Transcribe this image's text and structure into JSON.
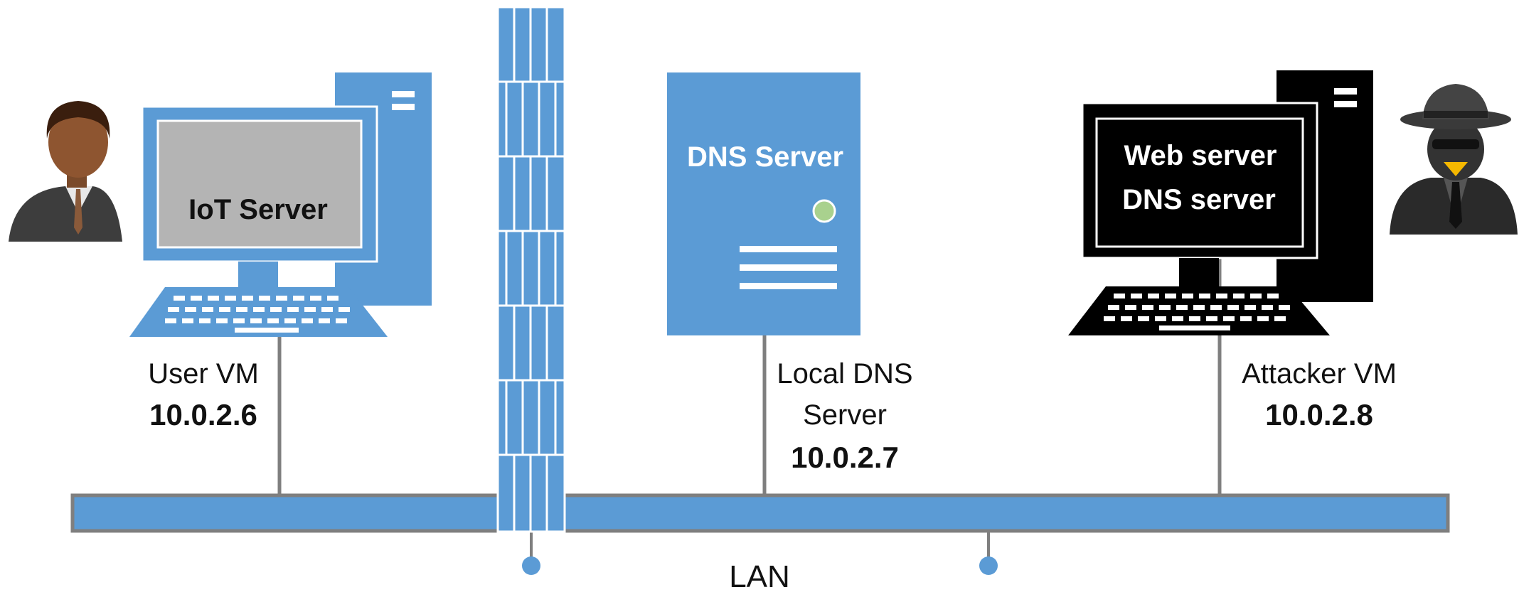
{
  "nodes": {
    "user_vm": {
      "screen_text": "IoT Server",
      "label": "User VM",
      "ip": "10.0.2.6"
    },
    "dns_server": {
      "box_text": "DNS Server",
      "label_line1": "Local DNS",
      "label_line2": "Server",
      "ip": "10.0.2.7"
    },
    "attacker_vm": {
      "screen_line1": "Web server",
      "screen_line2": "DNS server",
      "label": "Attacker VM",
      "ip": "10.0.2.8"
    }
  },
  "network": {
    "label": "LAN"
  },
  "colors": {
    "accent_blue": "#5b9bd5",
    "screen_gray": "#b4b4b4",
    "attacker_black": "#000000",
    "line_gray": "#7f7f7f",
    "led_green": "#a9d18e"
  },
  "icons": [
    "user-avatar-icon",
    "firewall-icon",
    "attacker-spy-icon"
  ]
}
